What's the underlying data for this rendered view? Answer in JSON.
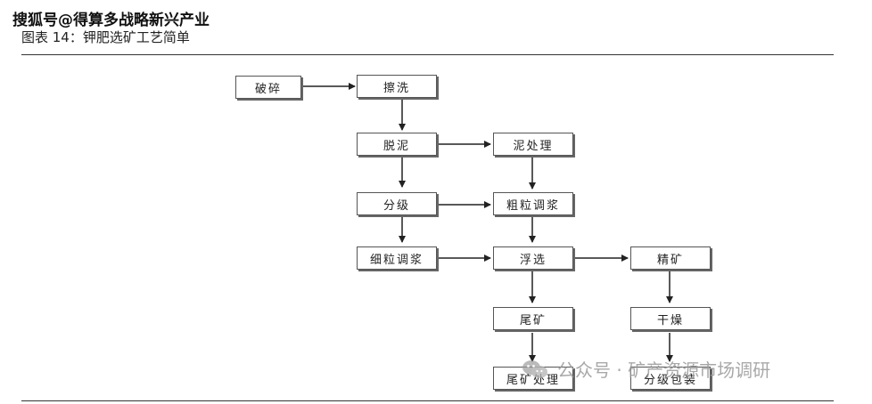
{
  "watermark_top": "搜狐号@得算多战略新兴产业",
  "figure_title": "图表 14：钾肥选矿工艺简单",
  "nodes": {
    "crush": "破碎",
    "scrub": "擦洗",
    "desliming": "脱泥",
    "mud_treatment": "泥处理",
    "classify": "分级",
    "coarse_slurry": "粗粒调浆",
    "fine_slurry": "细粒调浆",
    "flotation": "浮选",
    "concentrate": "精矿",
    "tailings": "尾矿",
    "drying": "干燥",
    "tailings_treatment": "尾矿处理",
    "grade_pack": "分级包装"
  },
  "watermark_bottom": "公众号 · 矿产资源市场调研"
}
